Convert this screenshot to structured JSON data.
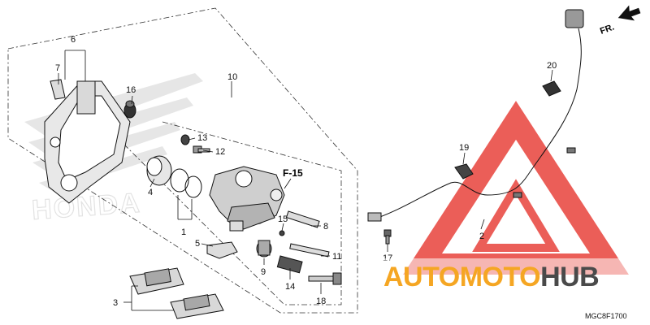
{
  "direction_label": "FR.",
  "section_ref": "F-15",
  "diagram_code": "MGC8F1700",
  "watermark": {
    "brand_prefix": "AUTOMOTO",
    "brand_suffix": "HUB",
    "background_logo": "HONDA",
    "colors": {
      "prefix": "#f5a623",
      "suffix": "#4a4a4a",
      "triangle": "#e8433c"
    }
  },
  "callouts": {
    "n1": "1",
    "n2": "2",
    "n3": "3",
    "n4": "4",
    "n5": "5",
    "n6": "6",
    "n7": "7",
    "n8": "8",
    "n9": "9",
    "n10": "10",
    "n11": "11",
    "n12": "12",
    "n13": "13",
    "n14": "14",
    "n15": "15",
    "n16": "16",
    "n17": "17",
    "n18": "18",
    "n19": "19",
    "n20": "20"
  }
}
